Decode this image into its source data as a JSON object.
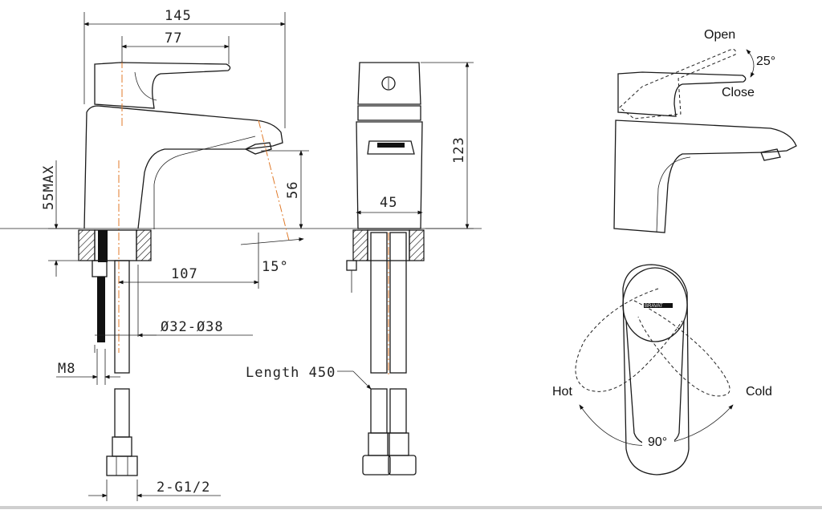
{
  "dimensions": {
    "overall_length": "145",
    "lever_length": "77",
    "max_thickness": "55MAX",
    "spout_height": "56",
    "spout_angle": "15°",
    "reach": "107",
    "hole_diameter": "Ø32-Ø38",
    "stud_thread": "M8",
    "total_height": "123",
    "body_width": "45",
    "hose_length": "Length 450",
    "connection": "2-G1/2"
  },
  "operation": {
    "open_label": "Open",
    "close_label": "Close",
    "lever_angle": "25°",
    "hot_label": "Hot",
    "cold_label": "Cold",
    "rotation_angle": "90°",
    "brand_mark": "BRAVAT"
  }
}
